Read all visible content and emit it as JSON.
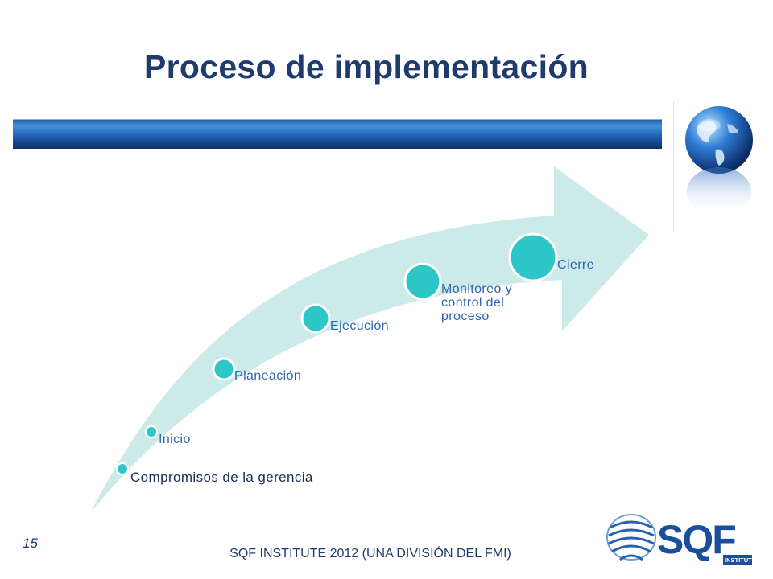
{
  "slide": {
    "title": "Proceso de implementación",
    "page_number": "15",
    "footer": "SQF INSTITUTE 2012 (UNA DIVISIÓN DEL FMI)"
  },
  "steps": [
    {
      "label": "Compromisos de la gerencia"
    },
    {
      "label": "Inicio"
    },
    {
      "label": "Planeación"
    },
    {
      "label": "Ejecución"
    },
    {
      "label": "Monitoreo y control del proceso"
    },
    {
      "label": "Cierre"
    }
  ],
  "logo": {
    "name": "SQF",
    "sub": "INSTITUTE"
  },
  "colors": {
    "title": "#1f3b6e",
    "arrow": "#cdeaea",
    "step_dot": "#2ec7c7",
    "label": "#2e66b0"
  }
}
